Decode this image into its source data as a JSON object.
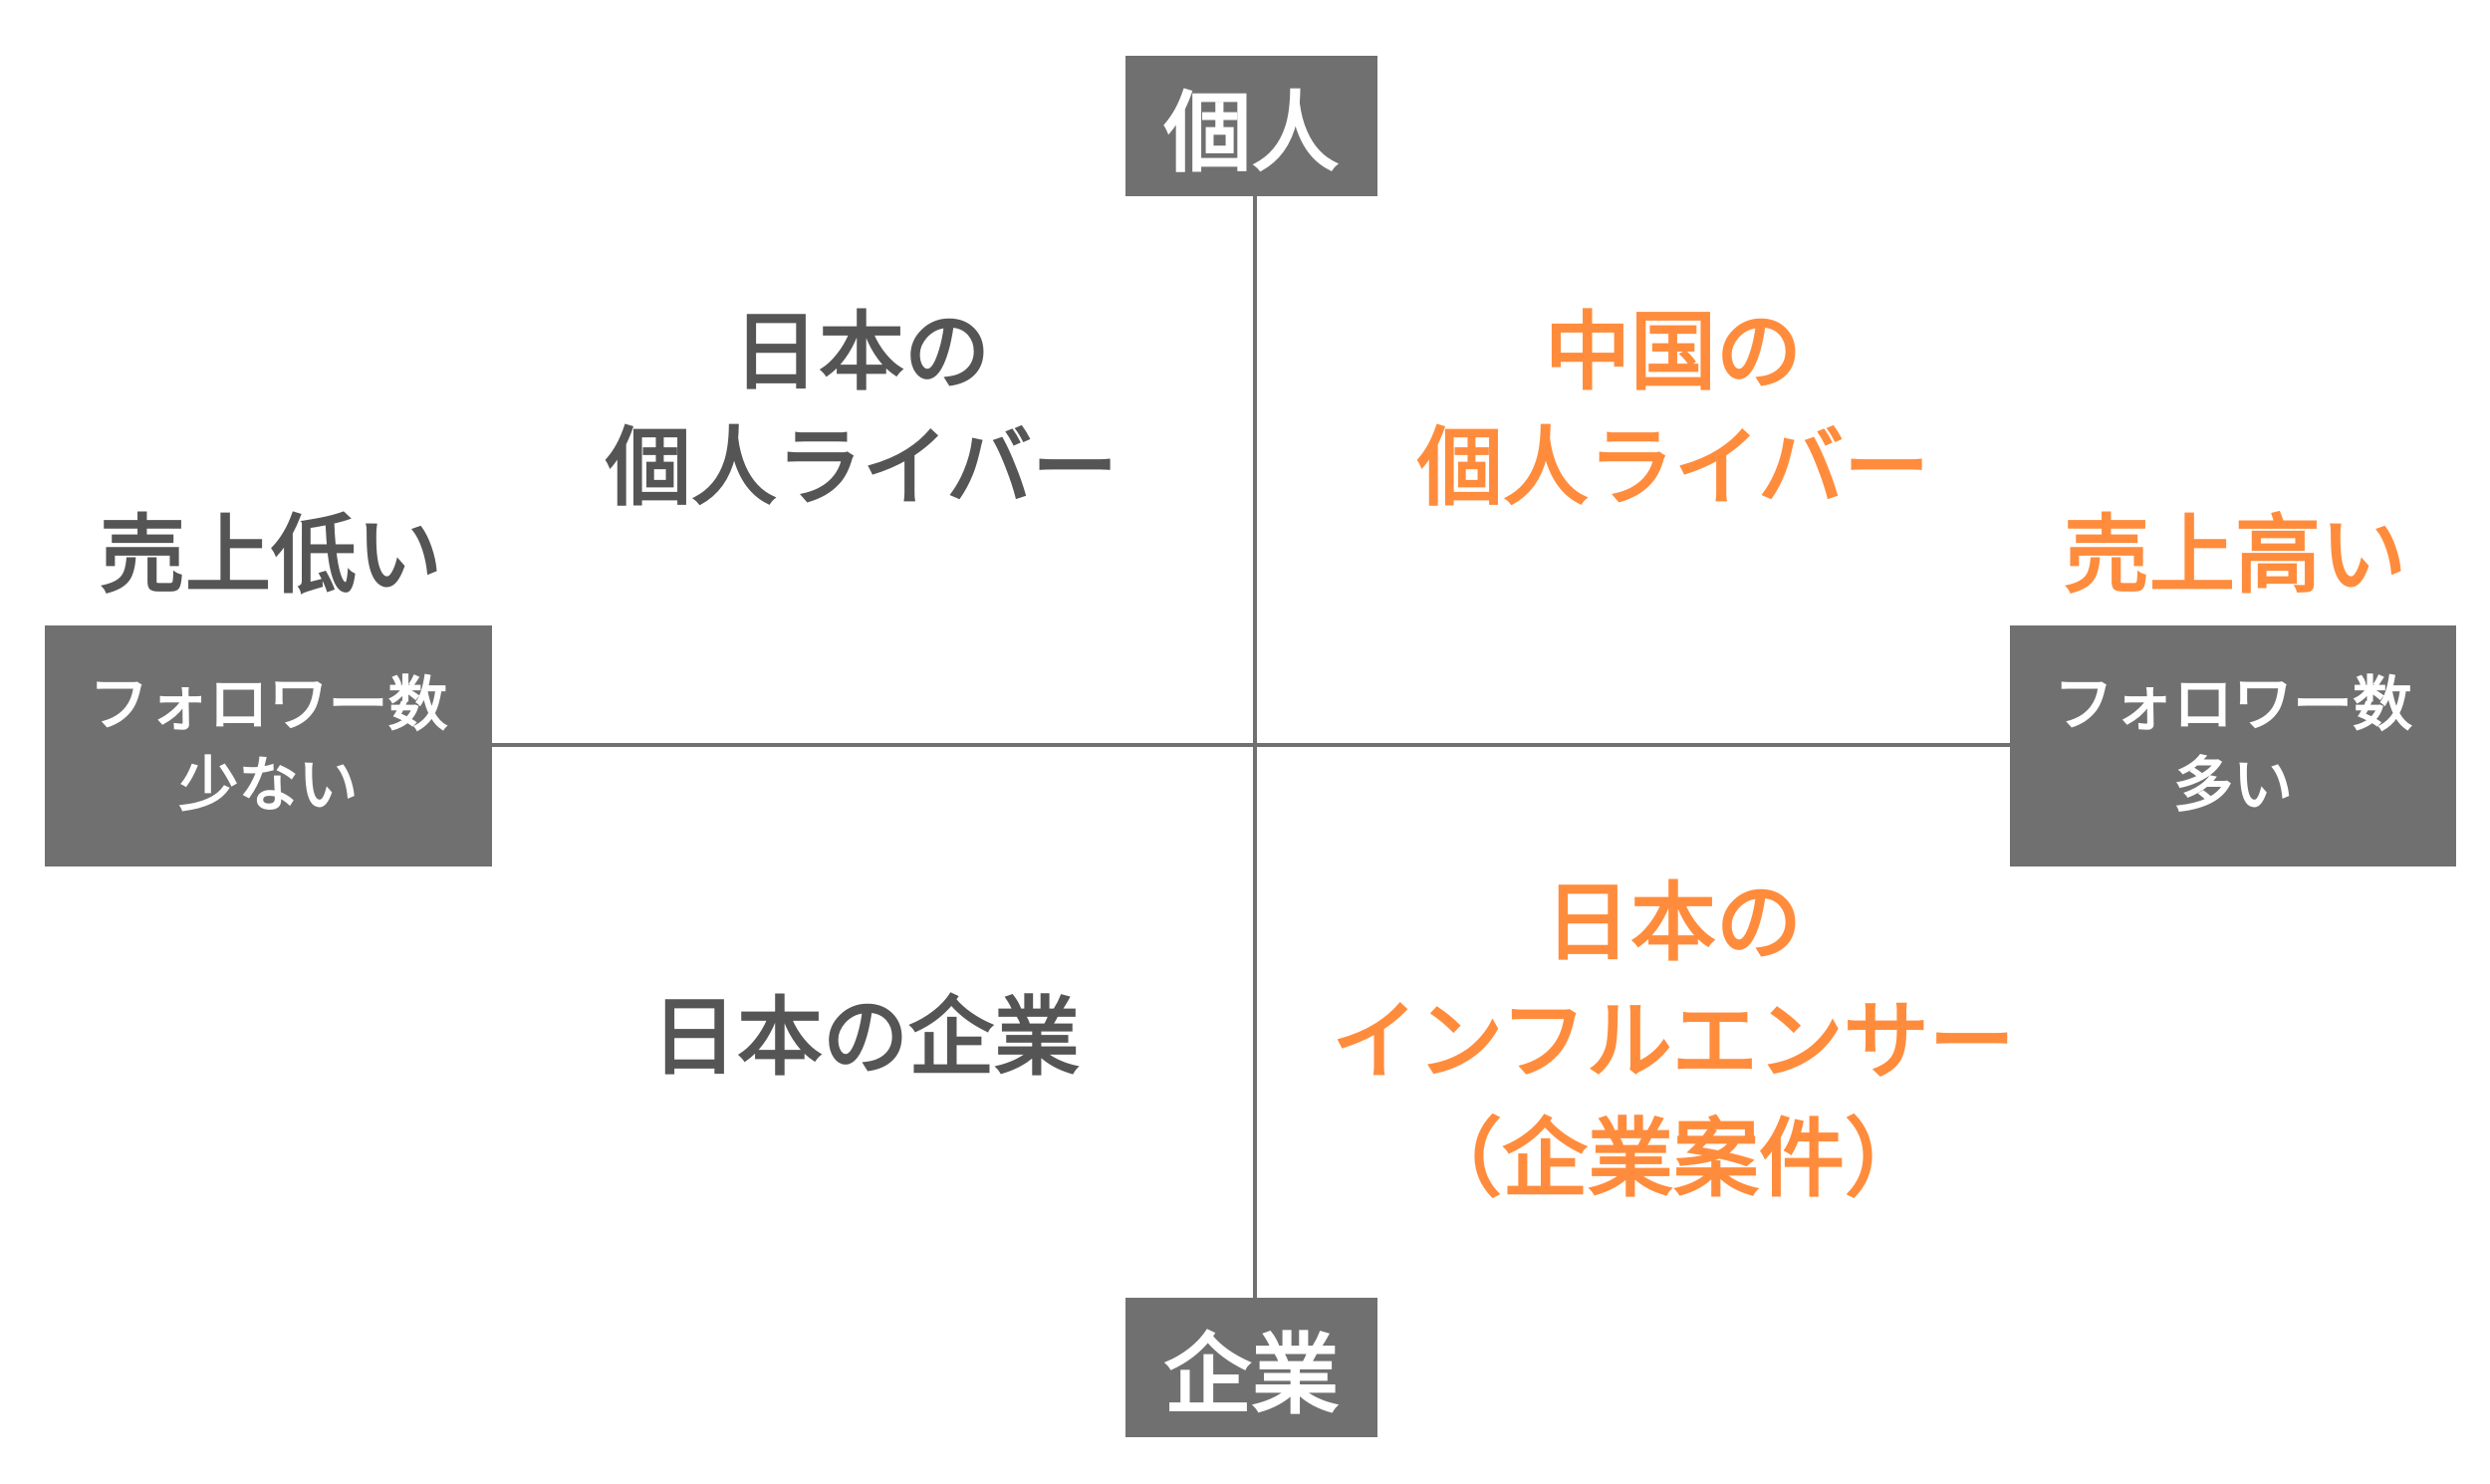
{
  "axes": {
    "top": "個人",
    "bottom": "企業",
    "left": {
      "line1": "フォロワー数",
      "line2": "少ない"
    },
    "right": {
      "line1": "フォロワー数",
      "line2": "多い"
    }
  },
  "side_labels": {
    "left": "売上低い",
    "right": "売上高い"
  },
  "quadrants": {
    "top_left": {
      "line1": "日本の",
      "line2": "個人ライバー"
    },
    "top_right": {
      "line1": "中国の",
      "line2": "個人ライバー"
    },
    "bottom_left": {
      "line1": "日本の企業"
    },
    "bottom_right": {
      "line1": "日本の",
      "line2": "インフルエンサー",
      "line3": "（企業案件）"
    }
  },
  "colors": {
    "box": "#707070",
    "dark_text": "#555555",
    "accent": "#FF8C3C"
  }
}
